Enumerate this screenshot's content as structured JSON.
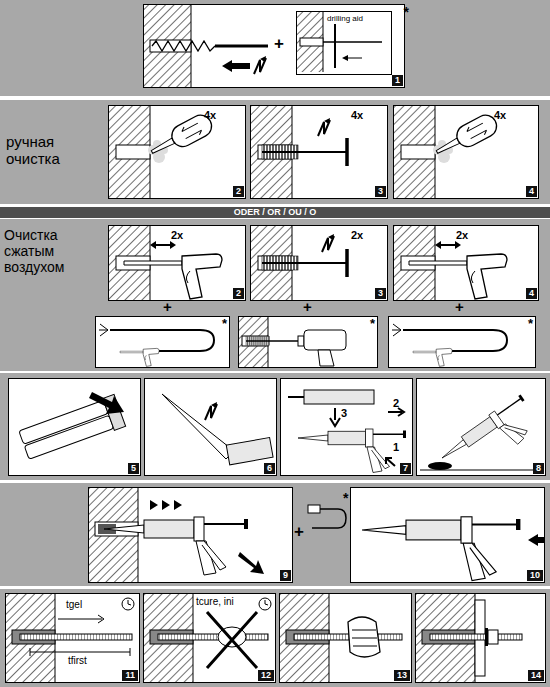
{
  "diagram": {
    "nodes": [
      {
        "text": [
          "1"
        ]
      },
      {
        "text": [
          "drilling aid",
          "*"
        ],
        "in": 0
      },
      {
        "text": [
          "ручная очистка"
        ]
      },
      {
        "text": [
          "4x",
          "2"
        ],
        "in": 2
      },
      {
        "text": [
          "4x",
          "3"
        ],
        "in": 2
      },
      {
        "text": [
          "4x",
          "4"
        ],
        "in": 2
      },
      {
        "text": [
          "ODER / OR / OU / O"
        ]
      },
      {
        "text": [
          "Очистка сжатым воздухом"
        ]
      },
      {
        "text": [
          "2x",
          "2"
        ],
        "in": 7
      },
      {
        "text": [
          "2x",
          "3"
        ],
        "in": 7
      },
      {
        "text": [
          "2x",
          "4"
        ],
        "in": 7
      },
      {
        "text": [
          "*"
        ],
        "in": 7
      },
      {
        "text": [
          "*"
        ],
        "in": 7
      },
      {
        "text": [
          "*"
        ],
        "in": 7
      },
      {
        "text": [
          "5"
        ]
      },
      {
        "text": [
          "6"
        ]
      },
      {
        "text": [
          "3",
          "2",
          "1",
          "7"
        ]
      },
      {
        "text": [
          "8"
        ]
      },
      {
        "text": [
          "9"
        ]
      },
      {
        "text": [
          "10"
        ]
      },
      {
        "text": [
          "tgel",
          "tfirst",
          "11"
        ]
      },
      {
        "text": [
          "tcure, ini",
          "12"
        ]
      },
      {
        "text": [
          "13"
        ]
      },
      {
        "text": [
          "14"
        ]
      }
    ],
    "labels": [
      "+",
      "+",
      "+",
      "+",
      "+",
      "*"
    ]
  }
}
